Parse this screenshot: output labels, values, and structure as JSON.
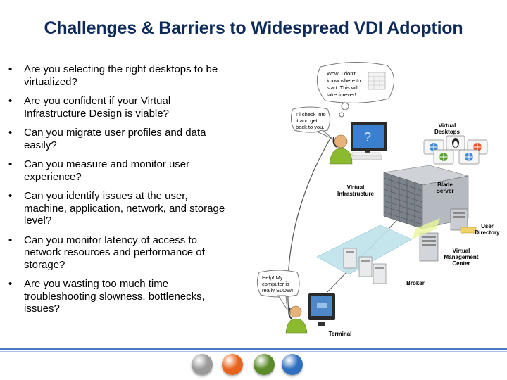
{
  "title": "Challenges & Barriers to Widespread VDI Adoption",
  "bullets": [
    "Are you selecting the right desktops to be virtualized?",
    "Are you confident if your Virtual Infrastructure Design is viable?",
    "Can you migrate user profiles and data easily?",
    "Can you measure and monitor user experience?",
    "Can you identify issues at the user, machine, application, network, and storage level?",
    "Can you monitor latency of access to network resources and performance of storage?",
    "Are you wasting too much time troubleshooting slowness, bottlenecks, issues?"
  ],
  "diagram": {
    "bubble_top": [
      "Wow! I don't",
      "know where to",
      "start. This will",
      "take forever!"
    ],
    "bubble_mid": [
      "I'll check into",
      "it and get",
      "back to you."
    ],
    "bubble_low": [
      "Help! My",
      "computer is",
      "really SLOW!"
    ],
    "question_mark": "?",
    "labels": {
      "virtual_desktops": [
        "Virtual",
        "Desktops"
      ],
      "virtual_infrastructure": [
        "Virtual",
        "Infrastructure"
      ],
      "blade_server": [
        "Blade",
        "Server"
      ],
      "user_directory": [
        "User",
        "Directory"
      ],
      "virtual_management_center": [
        "Virtual",
        "Management",
        "Center"
      ],
      "broker": "Broker",
      "terminal": "Terminal"
    }
  },
  "footer_dots": [
    {
      "name": "gray-dot",
      "color": "#9a9a9a"
    },
    {
      "name": "orange-dot",
      "color": "#e8641e"
    },
    {
      "name": "green-dot",
      "color": "#5a8a2a"
    },
    {
      "name": "blue-dot",
      "color": "#2f6fbf"
    }
  ]
}
